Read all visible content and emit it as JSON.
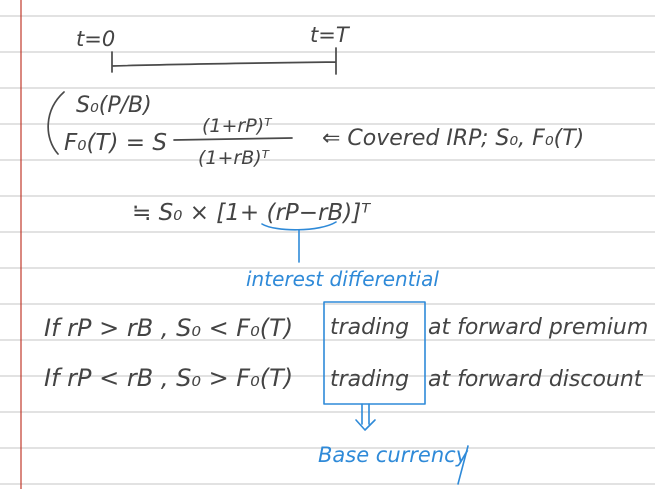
{
  "note": {
    "timeline": {
      "start_label": "t=0",
      "end_label": "t=T"
    },
    "spot_label": "S₀(P/B)",
    "forward_lhs": "F₀(T) = S",
    "fraction_numerator": "(1+rP)ᵀ",
    "fraction_denominator": "(1+rB)ᵀ",
    "covered_irp_label": "⇐ Covered IRP; S₀, F₀(T)",
    "approximation": "≒ S₀ × [1+ (rP−rB)]ᵀ",
    "differential_label": "interest differential",
    "row1_condition": "If rP > rB , S₀ < F₀(T)",
    "row1_trading": "trading",
    "row1_result": "at forward premium",
    "row2_condition": "If rP < rB , S₀ > F₀(T)",
    "row2_trading": "trading",
    "row2_result": "at forward discount",
    "base_currency_label": "Base currency"
  },
  "colors": {
    "ink": "#4a4a4a",
    "blue_ink": "#2f8ad8",
    "rule_line": "#c4c4c4",
    "margin_line": "#c0392b",
    "paper": "#ffffff"
  }
}
